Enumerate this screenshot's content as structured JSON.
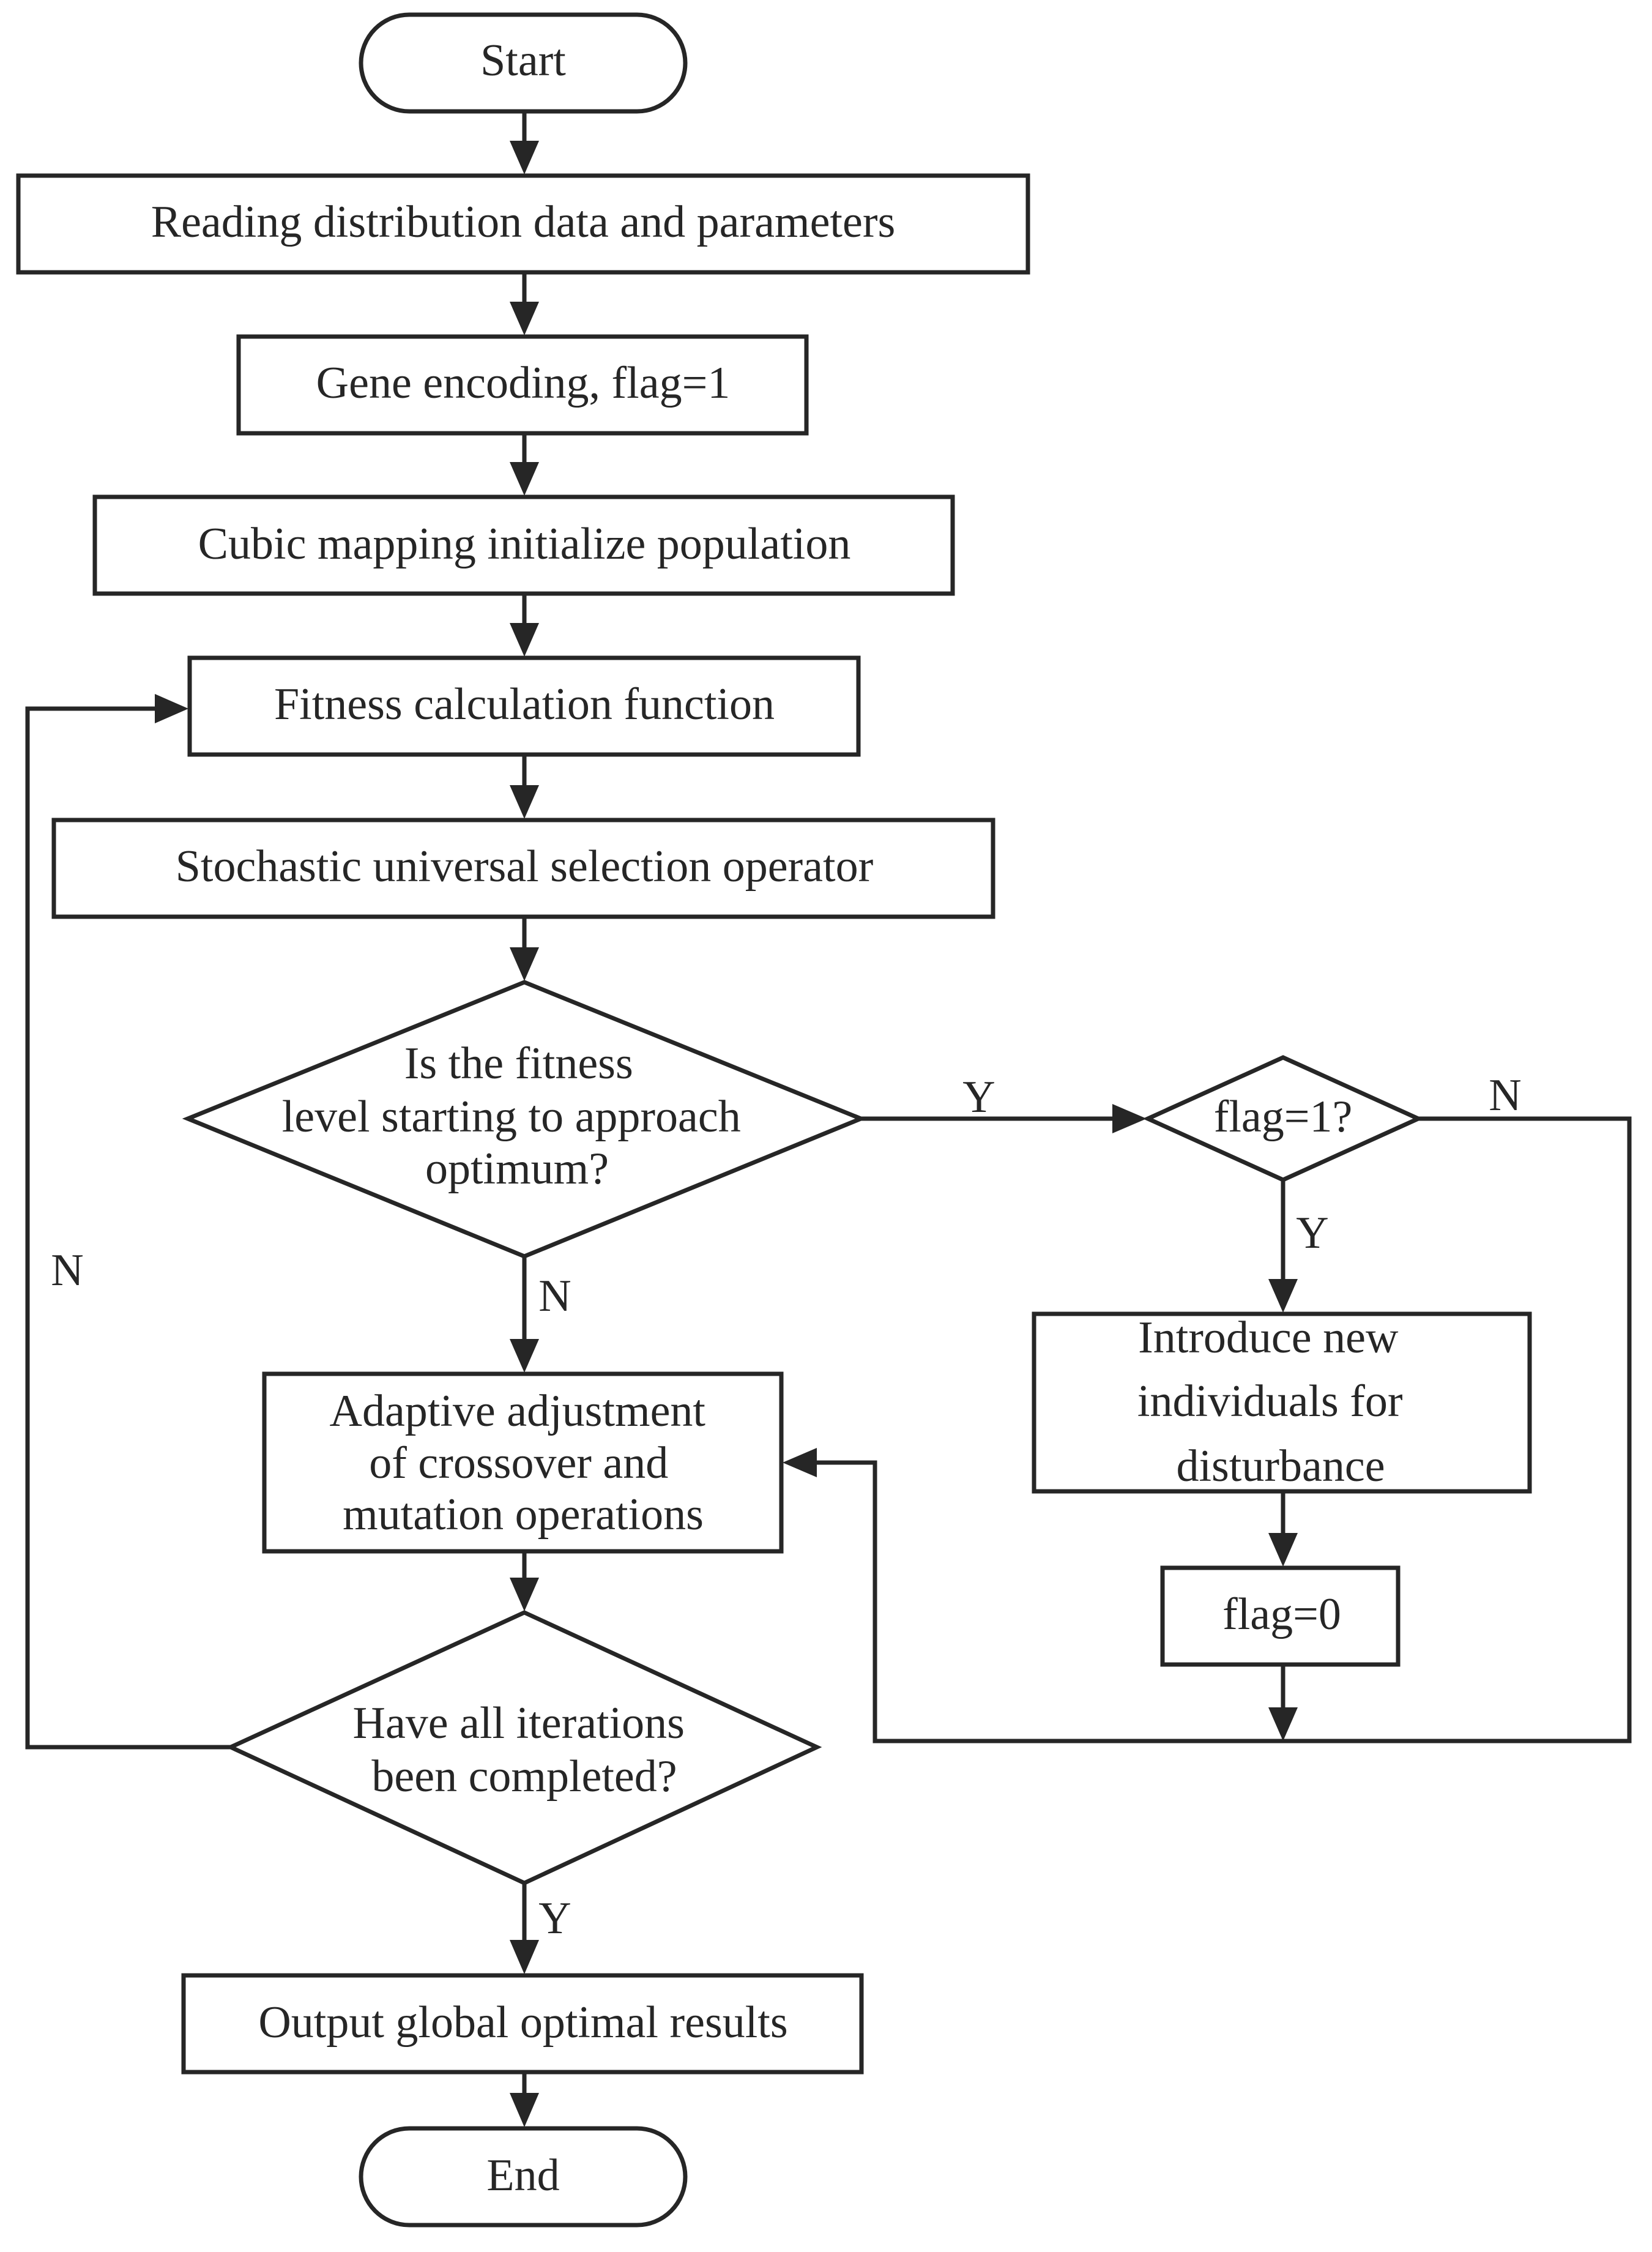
{
  "nodes": {
    "start": {
      "lines": [
        "Start"
      ]
    },
    "read_data": {
      "lines": [
        "Reading distribution data and parameters"
      ]
    },
    "gene_encoding": {
      "lines": [
        "Gene encoding,  flag=1"
      ]
    },
    "cubic_mapping": {
      "lines": [
        "Cubic mapping initialize population"
      ]
    },
    "fitness_calc": {
      "lines": [
        "Fitness calculation function"
      ]
    },
    "selection": {
      "lines": [
        "Stochastic universal selection operator"
      ]
    },
    "fitness_check": {
      "lines": [
        "Is the fitness",
        "level starting to approach",
        "optimum?"
      ]
    },
    "flag_check": {
      "lines": [
        "flag=1?"
      ]
    },
    "introduce_new": {
      "lines": [
        "Introduce new",
        "individuals for",
        "disturbance"
      ]
    },
    "flag_zero": {
      "lines": [
        "flag=0"
      ]
    },
    "adaptive_adjust": {
      "lines": [
        "Adaptive adjustment",
        "of crossover and",
        "mutation operations"
      ]
    },
    "iterations_check": {
      "lines": [
        "Have all iterations",
        "been completed?"
      ]
    },
    "output": {
      "lines": [
        "Output global optimal results"
      ]
    },
    "end": {
      "lines": [
        "End"
      ]
    }
  },
  "edge_labels": {
    "fitness_yes": "Y",
    "fitness_no": "N",
    "flag_yes": "Y",
    "flag_no": "N",
    "iterations_yes": "Y",
    "iterations_no": "N"
  }
}
